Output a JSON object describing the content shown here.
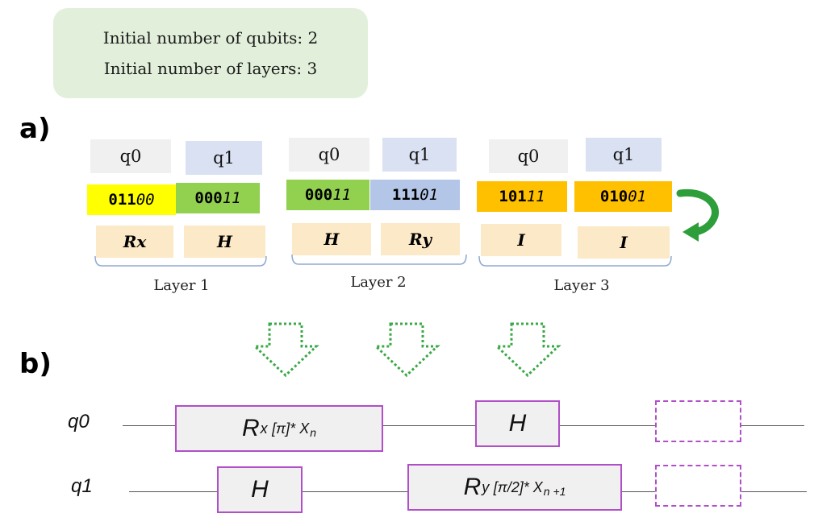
{
  "info": {
    "qubits_text": "Initial number of qubits: 2",
    "layers_text": "Initial number of layers: 3"
  },
  "sections": {
    "a": "a)",
    "b": "b)"
  },
  "layers": [
    {
      "label": "Layer 1",
      "qubits": [
        {
          "name": "q0",
          "code_bold": "011",
          "code_italic": "00",
          "code_color": "#ffff00",
          "gate": "Rx"
        },
        {
          "name": "q1",
          "code_bold": "000",
          "code_italic": "11",
          "code_color": "#92d050",
          "gate": "H"
        }
      ]
    },
    {
      "label": "Layer 2",
      "qubits": [
        {
          "name": "q0",
          "code_bold": "000",
          "code_italic": "11",
          "code_color": "#92d050",
          "gate": "H"
        },
        {
          "name": "q1",
          "code_bold": "111",
          "code_italic": "01",
          "code_color": "#b4c6e7",
          "gate": "Ry"
        }
      ]
    },
    {
      "label": "Layer 3",
      "qubits": [
        {
          "name": "q0",
          "code_bold": "101",
          "code_italic": "11",
          "code_color": "#ffc000",
          "gate": "I"
        },
        {
          "name": "q1",
          "code_bold": "010",
          "code_italic": "01",
          "code_color": "#ffc000",
          "gate": "I"
        }
      ]
    }
  ],
  "circuit": {
    "wire_labels": [
      "q0",
      "q1"
    ],
    "q0_rx": {
      "main": "R",
      "sub": "x",
      "rest": "[π]* X",
      "idx": "n"
    },
    "q0_h": "H",
    "q1_h": "H",
    "q1_ry": {
      "main": "R",
      "sub": "y",
      "rest": "[π/2]* X",
      "idx": "n +1"
    }
  },
  "colors": {
    "arrow_green": "#2e9e3a",
    "dotted_green": "#3aa845",
    "gate_border": "#b04fc8"
  }
}
